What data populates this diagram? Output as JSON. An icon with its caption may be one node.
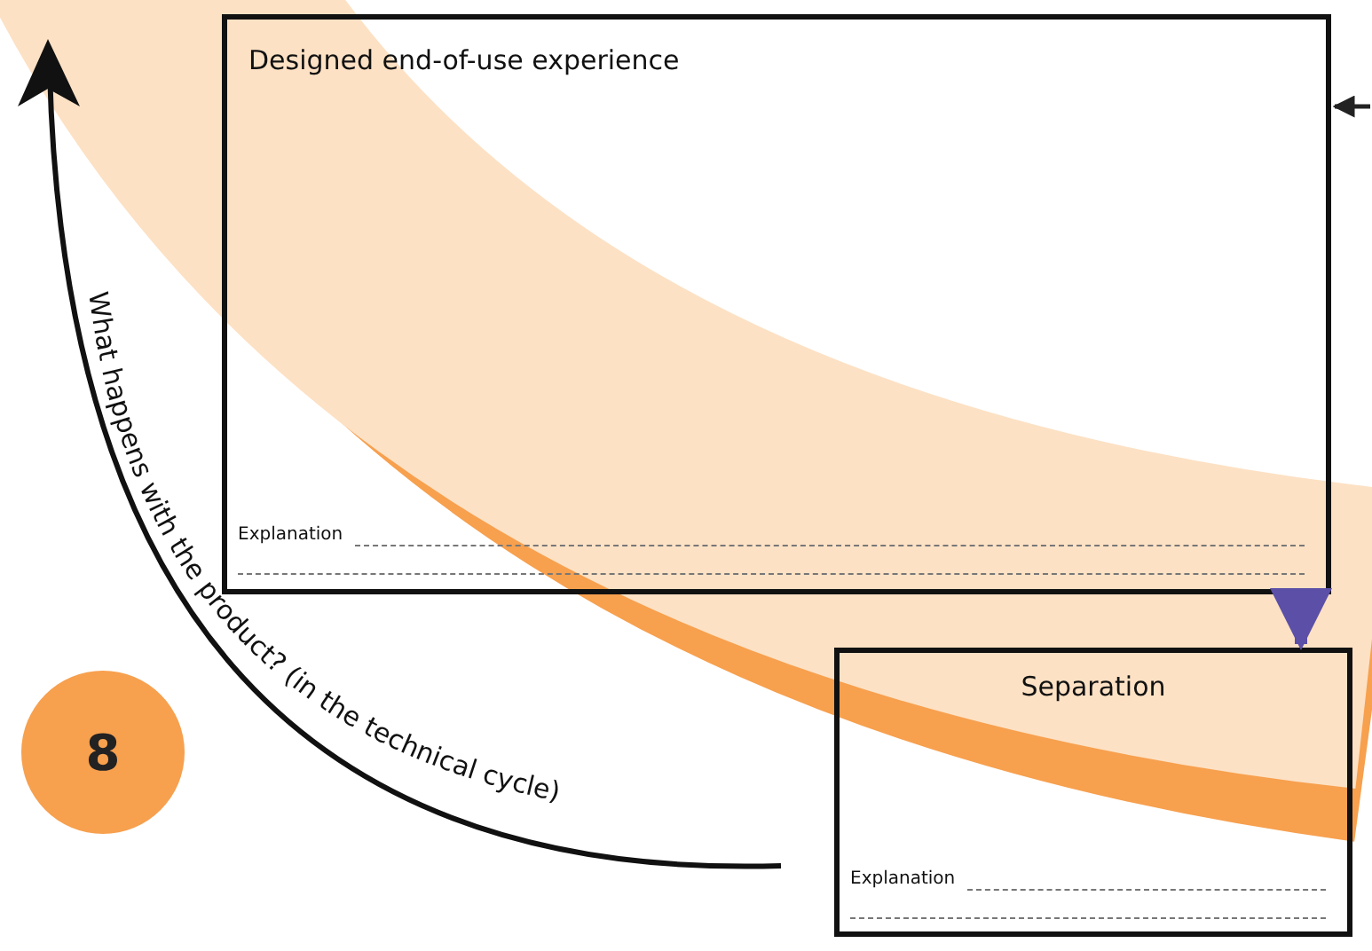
{
  "diagram": {
    "nodes": [
      {
        "text": [
          "Designed end-of-use experience",
          "Explanation"
        ]
      },
      {
        "text": [
          "Separation",
          "Explanation"
        ]
      },
      {
        "text": [
          "8"
        ]
      }
    ],
    "edges": [
      {
        "from": 0,
        "to": 1,
        "arrow": "to",
        "style": "thick",
        "color": "#5b4fa8"
      },
      {
        "from": null,
        "to": 0,
        "arrow": "to",
        "color": "#222222"
      }
    ],
    "labels": [
      "What happens with the product? (in the technical cycle)"
    ]
  }
}
